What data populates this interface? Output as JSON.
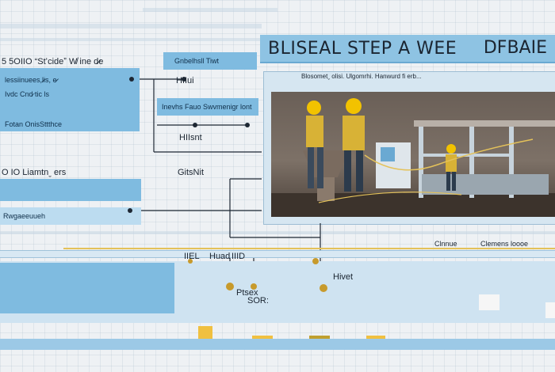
{
  "title": {
    "main": "BLISEAL STEP A WEE",
    "right": "DFBAIE"
  },
  "left_panel": {
    "header": "5 5OIIO “Stʻcideˮ W̸ ine d̷̷e",
    "block1_lines": [
      "lessiinuees,l̷̷is, e̷̷̷",
      "Ivdc      Cnd̷ tic ls",
      "Fotan OnisSttthce"
    ],
    "block2_label": "O IO    Liamtnˬ ers",
    "block2_line": "Rwgaeeuueh"
  },
  "mid_panel": {
    "header_box": "Gnbelhsll Tiwt",
    "tag": "HIIui",
    "box": "Inevhs Fauo Swvmenigr lont",
    "tag2": "HIIsnt",
    "tag3": "GitsNit"
  },
  "photo": {
    "caption": "Blosometˬ olisi. Ulgomrhi. Hanwurd  fi erb..."
  },
  "right_small": {
    "label_a": "Clnnue",
    "label_b": "Clemens loooe"
  },
  "timeline": {
    "labels_top": [
      "IIEL",
      "Huad",
      "IIID"
    ],
    "label_mid": "Ptsex",
    "label_right": "Hivet",
    "label_sor": "SOR:"
  },
  "colors": {
    "accent_blue": "#7fbbe0",
    "light_blue": "#bcdcf0",
    "accent_yellow": "#e4c25a"
  }
}
